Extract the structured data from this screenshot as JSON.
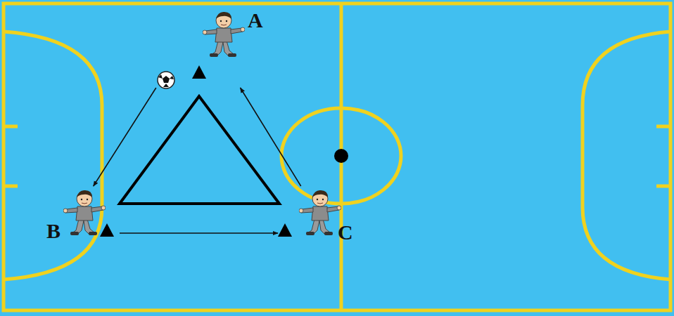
{
  "diagram": {
    "nodes": [
      {
        "text": [
          "A"
        ]
      },
      {
        "text": [
          "B"
        ]
      },
      {
        "text": [
          "C"
        ]
      }
    ],
    "edges": [
      {
        "from": 0,
        "to": 1,
        "arrow": "to"
      },
      {
        "from": 1,
        "to": 2,
        "arrow": "to"
      },
      {
        "from": 2,
        "to": 0,
        "arrow": "to"
      }
    ]
  }
}
